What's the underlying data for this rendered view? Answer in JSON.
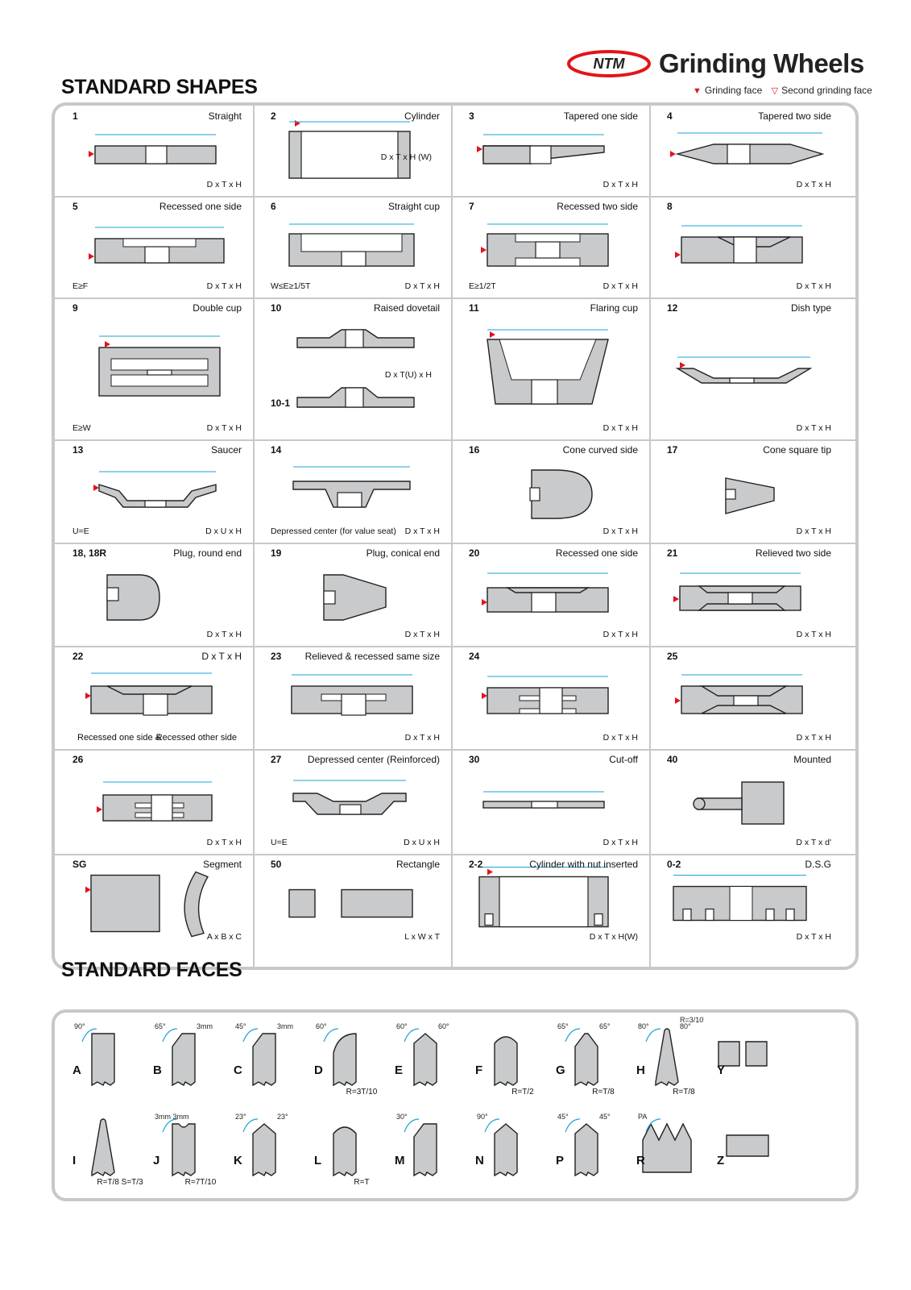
{
  "brand": {
    "logo_text": "NTM",
    "name": "Grinding Wheels"
  },
  "legend": {
    "grinding_face": "Grinding face",
    "second_grinding_face": "Second grinding face"
  },
  "colors": {
    "shape_fill": "#c9cacc",
    "accent_blue": "#1aa3d9",
    "mark_red": "#e2141b",
    "border_gray": "#c8c8c8"
  },
  "sections": {
    "shapes_title": "STANDARD SHAPES",
    "faces_title": "STANDARD FACES"
  },
  "shapes": [
    {
      "num": "1",
      "name": "Straight",
      "dims": "D x T x H",
      "cond": ""
    },
    {
      "num": "2",
      "name": "Cylinder",
      "dims": "",
      "cond": "",
      "inner": "D x T x H (W)"
    },
    {
      "num": "3",
      "name": "Tapered one side",
      "dims": "D x T x H",
      "cond": ""
    },
    {
      "num": "4",
      "name": "Tapered two side",
      "dims": "D x T x H",
      "cond": ""
    },
    {
      "num": "5",
      "name": "Recessed one side",
      "dims": "D x T x H",
      "cond": "E≥F"
    },
    {
      "num": "6",
      "name": "Straight cup",
      "dims": "D x T x H",
      "cond": "W≤E≥1/5T"
    },
    {
      "num": "7",
      "name": "Recessed two side",
      "dims": "D x T x H",
      "cond": "E≥1/2T"
    },
    {
      "num": "8",
      "name": "",
      "dims": "D x T x H",
      "cond": ""
    },
    {
      "num": "9",
      "name": "Double cup",
      "dims": "D x T x H",
      "cond": "E≥W"
    },
    {
      "num": "10",
      "name": "Raised dovetail",
      "dims": "",
      "cond": "",
      "inner": "D x T(U) x H",
      "sub": "10-1"
    },
    {
      "num": "11",
      "name": "Flaring cup",
      "dims": "D x T x H",
      "cond": ""
    },
    {
      "num": "12",
      "name": "Dish type",
      "dims": "D x T x H",
      "cond": ""
    },
    {
      "num": "13",
      "name": "Saucer",
      "dims": "D x U x H",
      "cond": "U=E"
    },
    {
      "num": "14",
      "name": "",
      "dims": "D x T x H",
      "cond": "Depressed center (for value seat)"
    },
    {
      "num": "16",
      "name": "Cone curved side",
      "dims": "D x T x H",
      "cond": ""
    },
    {
      "num": "17",
      "name": "Cone square tip",
      "dims": "D x T x H",
      "cond": ""
    },
    {
      "num": "18, 18R",
      "name": "Plug, round end",
      "dims": "D x T x H",
      "cond": ""
    },
    {
      "num": "19",
      "name": "Plug, conical end",
      "dims": "D x T x H",
      "cond": ""
    },
    {
      "num": "20",
      "name": "Recessed one side",
      "dims": "D x T x H",
      "cond": ""
    },
    {
      "num": "21",
      "name": "Relieved two side",
      "dims": "D x T x H",
      "cond": ""
    },
    {
      "num": "22",
      "name": "D x T x H",
      "dims": "",
      "cond": "",
      "note_left": "Recessed one side &",
      "note_right": "Recessed other side"
    },
    {
      "num": "23",
      "name": "Relieved & recessed same size",
      "dims": "D x T x H",
      "cond": ""
    },
    {
      "num": "24",
      "name": "",
      "dims": "D x T x H",
      "cond": ""
    },
    {
      "num": "25",
      "name": "",
      "dims": "D x T x H",
      "cond": ""
    },
    {
      "num": "26",
      "name": "",
      "dims": "D x T x H",
      "cond": ""
    },
    {
      "num": "27",
      "name": "Depressed center (Reinforced)",
      "dims": "D x U x H",
      "cond": "U=E"
    },
    {
      "num": "30",
      "name": "Cut-off",
      "dims": "D x T x H",
      "cond": ""
    },
    {
      "num": "40",
      "name": "Mounted",
      "dims": "D x T x d'",
      "cond": ""
    },
    {
      "num": "SG",
      "name": "Segment",
      "dims": "A x B x C",
      "cond": ""
    },
    {
      "num": "50",
      "name": "Rectangle",
      "dims": "L x W x T",
      "cond": ""
    },
    {
      "num": "2-2",
      "name": "Cylinder with nut inserted",
      "dims": "D x T x H(W)",
      "cond": ""
    },
    {
      "num": "0-2",
      "name": "D.S.G",
      "dims": "D x T x H",
      "cond": ""
    }
  ],
  "faces": [
    {
      "letter": "A",
      "label": "",
      "angles": [
        "90°"
      ]
    },
    {
      "letter": "B",
      "label": "",
      "angles": [
        "65°",
        "3mm"
      ]
    },
    {
      "letter": "C",
      "label": "",
      "angles": [
        "45°",
        "3mm"
      ]
    },
    {
      "letter": "D",
      "label": "R=3T/10",
      "angles": [
        "60°"
      ]
    },
    {
      "letter": "E",
      "label": "",
      "angles": [
        "60°",
        "60°"
      ]
    },
    {
      "letter": "F",
      "label": "R=T/2",
      "angles": []
    },
    {
      "letter": "G",
      "label": "R=T/8",
      "angles": [
        "65°",
        "65°"
      ]
    },
    {
      "letter": "H",
      "label": "R=T/8",
      "angles": [
        "80°",
        "80°",
        "R=3/10T"
      ]
    },
    {
      "letter": "Y",
      "label": "",
      "angles": []
    },
    {
      "letter": "I",
      "label": "R=T/8 S=T/3",
      "angles": []
    },
    {
      "letter": "J",
      "label": "R=7T/10",
      "angles": [
        "3mm 3mm"
      ]
    },
    {
      "letter": "K",
      "label": "",
      "angles": [
        "23°",
        "23°"
      ]
    },
    {
      "letter": "L",
      "label": "R=T",
      "angles": []
    },
    {
      "letter": "M",
      "label": "",
      "angles": [
        "30°"
      ]
    },
    {
      "letter": "N",
      "label": "",
      "angles": [
        "90°"
      ]
    },
    {
      "letter": "P",
      "label": "",
      "angles": [
        "45°",
        "45°"
      ]
    },
    {
      "letter": "R",
      "label": "",
      "angles": [
        "PA"
      ]
    },
    {
      "letter": "Z",
      "label": "",
      "angles": []
    }
  ]
}
